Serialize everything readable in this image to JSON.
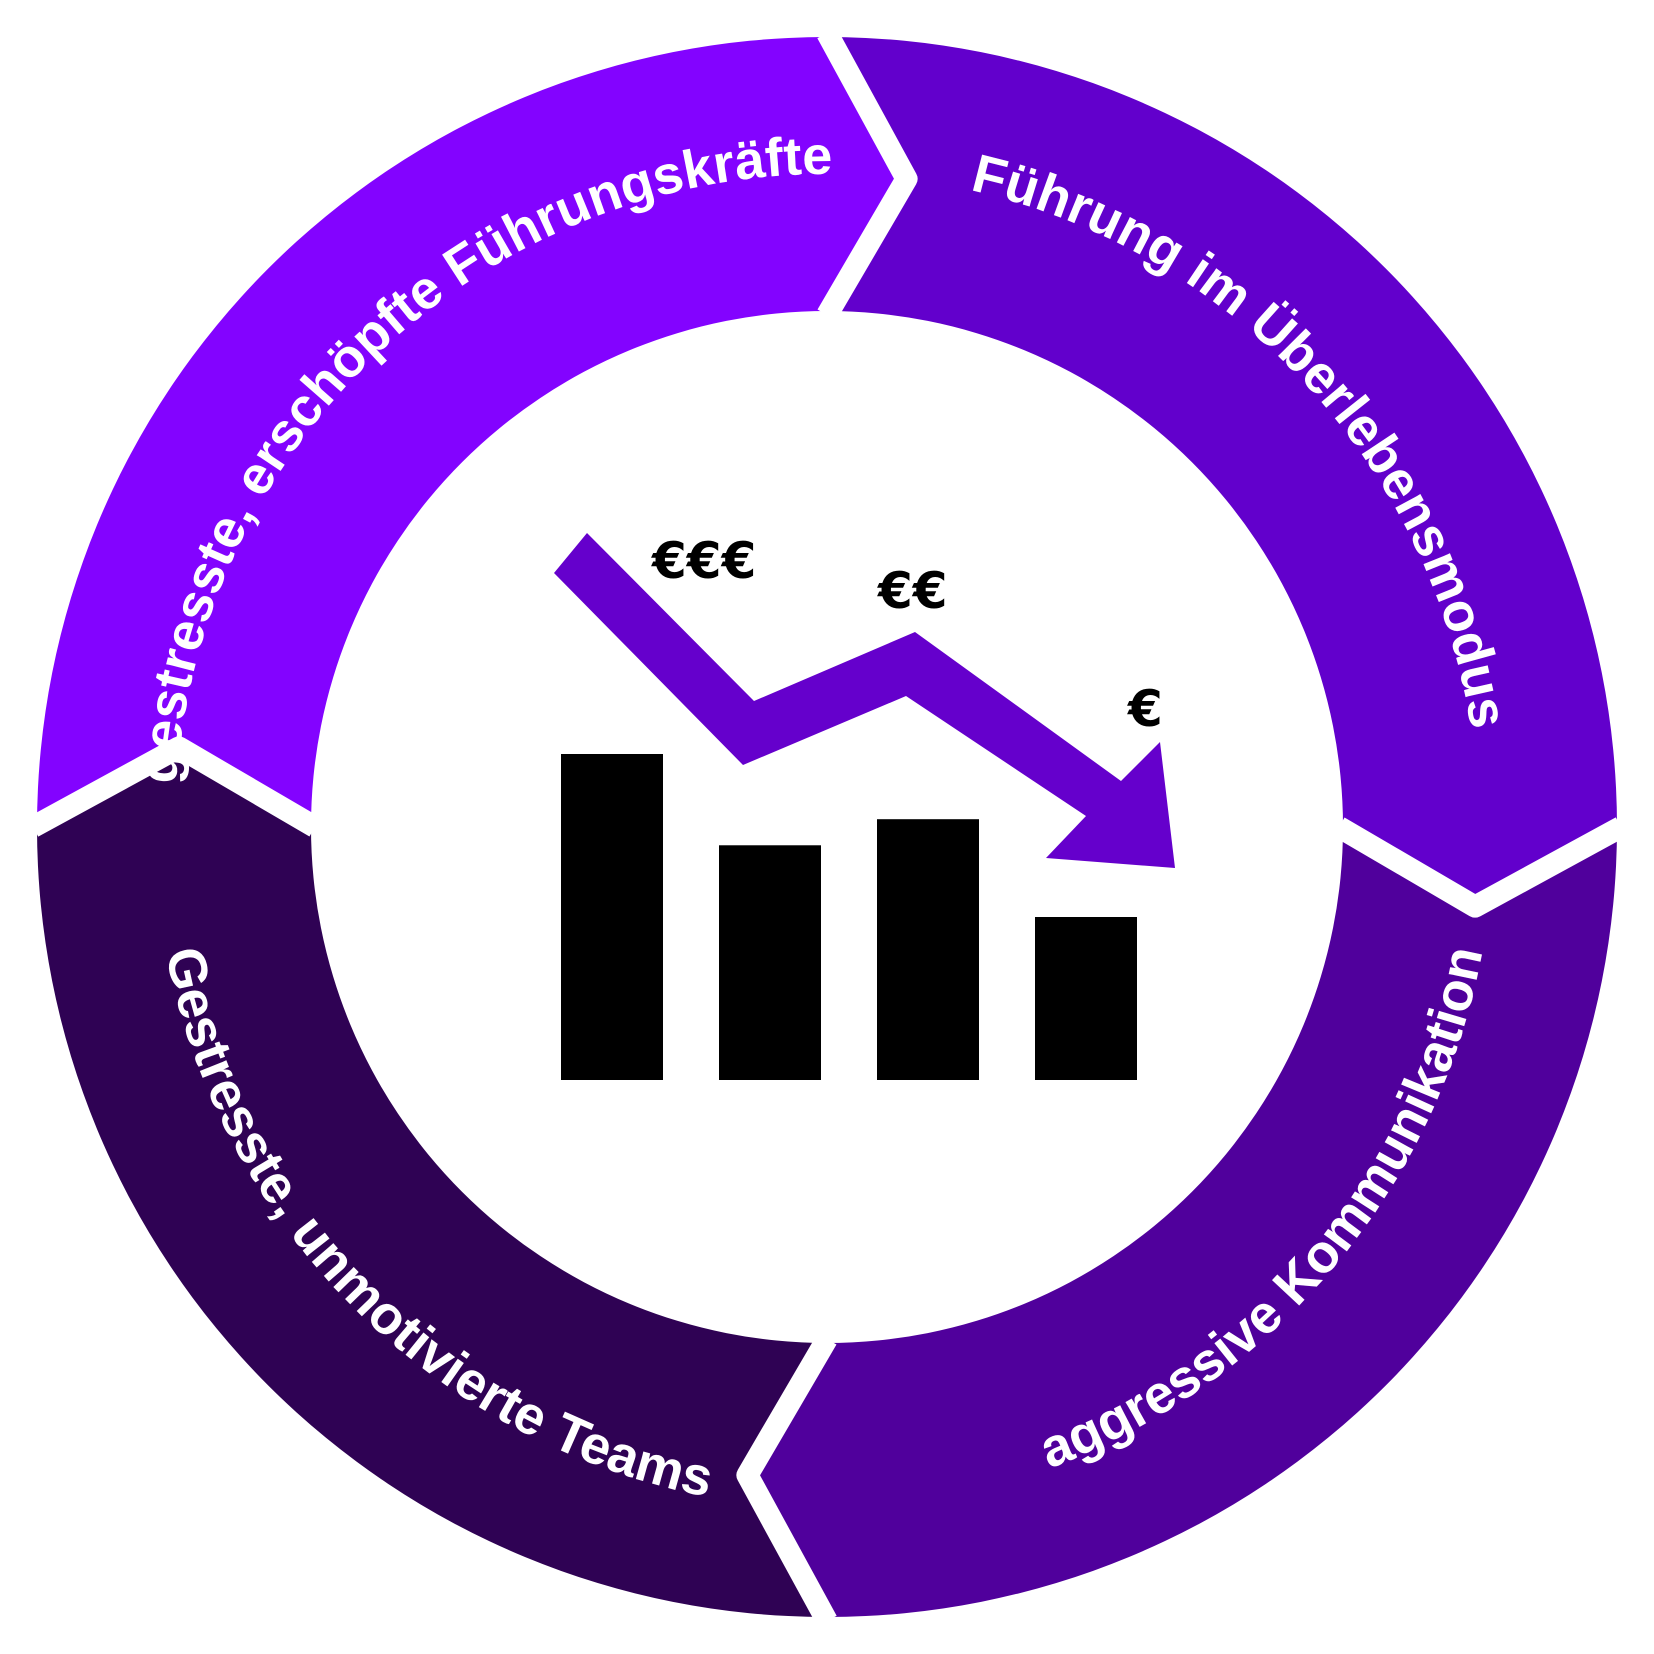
{
  "diagram": {
    "title": "Teufelskreis Führung",
    "segments": [
      {
        "id": "top-left",
        "label": "gestresste, erschöpfte Führungskräfte",
        "color": "#8303FF"
      },
      {
        "id": "top-right",
        "label": "Führung im Überlebensmodus",
        "color": "#6200CC"
      },
      {
        "id": "bottom-right",
        "label": "aggressive Kommunikation",
        "color": "#50009C"
      },
      {
        "id": "bottom-left",
        "label": "Gestresste, unmotivierte Teams",
        "color": "#2F0254"
      }
    ],
    "separator_color": "#FFFFFF",
    "center_icon": {
      "name": "declining-revenue-chart",
      "bar_color": "#000000",
      "arrow_color": "#6500CC",
      "bars_relative_height": [
        1.0,
        0.72,
        0.8,
        0.5
      ],
      "labels": [
        "€€€",
        "€€",
        "€"
      ]
    }
  }
}
